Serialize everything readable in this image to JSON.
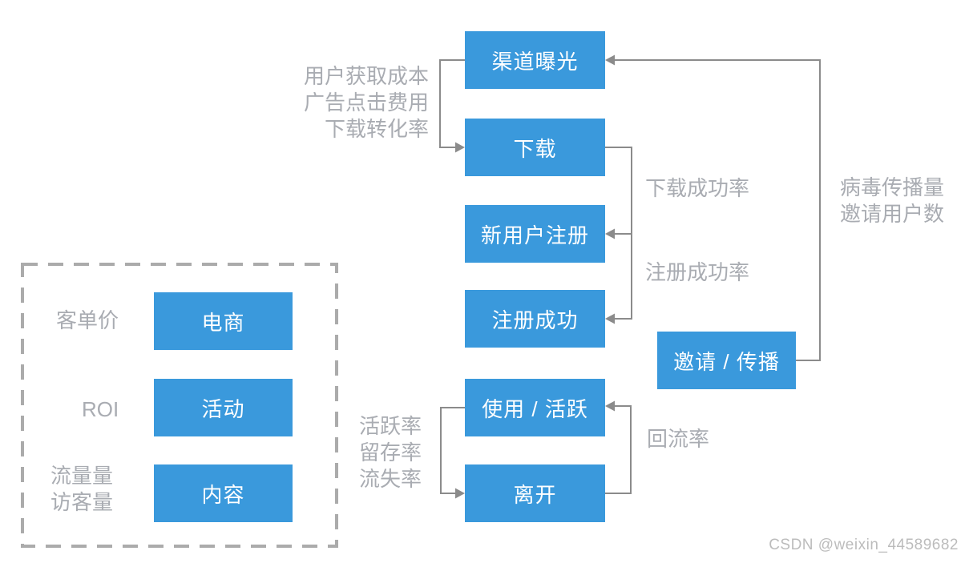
{
  "nodes": {
    "channel_exposure": "渠道曝光",
    "download": "下载",
    "new_user_register": "新用户注册",
    "register_success": "注册成功",
    "use_active": "使用 / 活跃",
    "leave": "离开",
    "invite_spread": "邀请 / 传播",
    "ecommerce": "电商",
    "activity": "活动",
    "content": "内容"
  },
  "labels": {
    "acquisition": [
      "用户获取成本",
      "广告点击费用",
      "下载转化率"
    ],
    "download_success_rate": "下载成功率",
    "register_success_rate": "注册成功率",
    "viral": [
      "病毒传播量",
      "邀请用户数"
    ],
    "return_rate": "回流率",
    "engagement": [
      "活跃率",
      "留存率",
      "流失率"
    ],
    "customer_price": "客单价",
    "roi": "ROI",
    "traffic": [
      "流量量",
      "访客量"
    ]
  },
  "colors": {
    "node_fill": "#3A99DC",
    "node_text": "#FFFFFF",
    "connector": "#8B8B8B",
    "label_text": "#A9ACB2",
    "dashed_border": "#ABABAB",
    "watermark": "#BCBCBC"
  },
  "watermark": "CSDN @weixin_44589682"
}
